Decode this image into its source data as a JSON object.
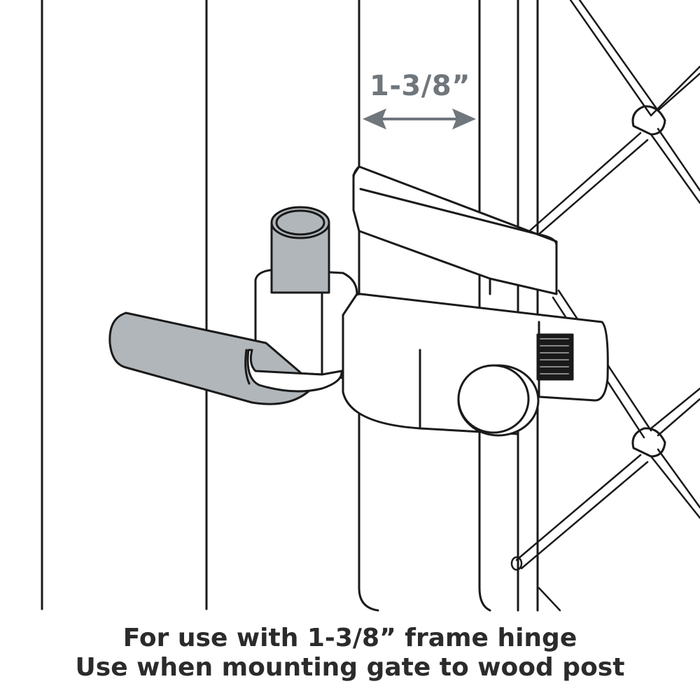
{
  "dimension": {
    "label": "1-3/8”"
  },
  "caption": {
    "line1": "For use with 1-3/8” frame hinge",
    "line2": "Use when mounting gate to wood post"
  },
  "colors": {
    "outline": "#1a1a1a",
    "metal_gray": "#b1b6ba",
    "arrow_gray": "#6f767c",
    "text_dark": "#2b2b2b",
    "background": "#ffffff"
  }
}
